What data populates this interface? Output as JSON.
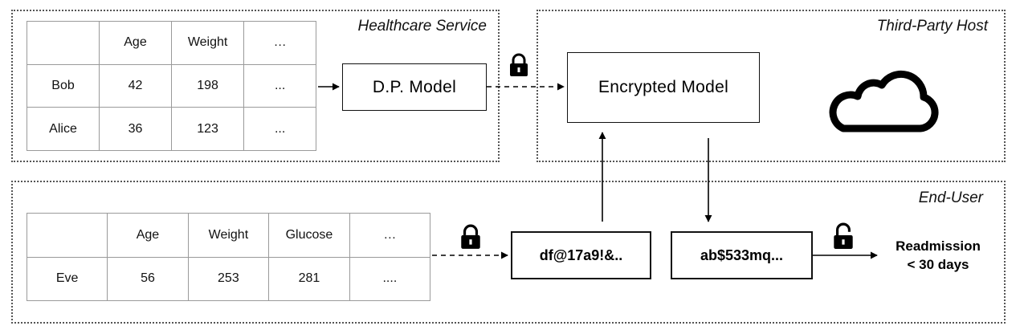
{
  "regions": {
    "healthcare": "Healthcare Service",
    "host": "Third-Party Host",
    "enduser": "End-User"
  },
  "healthcare_table": {
    "header": [
      "",
      "Age",
      "Weight",
      "…"
    ],
    "rows": [
      [
        "Bob",
        "42",
        "198",
        "..."
      ],
      [
        "Alice",
        "36",
        "123",
        "..."
      ]
    ]
  },
  "enduser_table": {
    "header": [
      "",
      "Age",
      "Weight",
      "Glucose",
      "…"
    ],
    "rows": [
      [
        "Eve",
        "56",
        "253",
        "281",
        "...."
      ]
    ]
  },
  "boxes": {
    "dp_model": "D.P. Model",
    "encrypted_model": "Encrypted Model",
    "encrypted_input": "df@17a9!&..",
    "encrypted_output": "ab$533mq..."
  },
  "result": {
    "line1": "Readmission",
    "line2": "< 30 days"
  },
  "icons": {
    "lock_closed": "lock-icon",
    "lock_open": "unlock-icon",
    "cloud": "cloud-icon"
  },
  "colors": {
    "border": "#555555",
    "grid": "#9a9a9a",
    "ink": "#000000"
  }
}
